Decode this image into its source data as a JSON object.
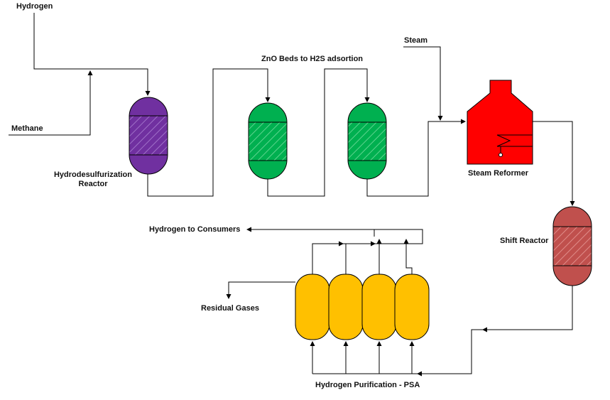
{
  "labels": {
    "hydrogen_feed": "Hydrogen",
    "methane": "Methane",
    "hds_reactor_line1": "Hydrodesulfurization",
    "hds_reactor_line2": "Reactor",
    "zno_beds": "ZnO Beds to H2S adsortion",
    "steam": "Steam",
    "steam_reformer": "Steam Reformer",
    "shift_reactor": "Shift Reactor",
    "hydrogen_to_consumers": "Hydrogen to Consumers",
    "residual_gases": "Residual Gases",
    "psa": "Hydrogen Purification - PSA"
  },
  "colors": {
    "hds_reactor": "#7030a0",
    "zno_bed": "#00b050",
    "steam_reformer": "#ff0000",
    "shift_reactor": "#c0504d",
    "psa_vessel": "#ffc000",
    "line": "#000000"
  }
}
